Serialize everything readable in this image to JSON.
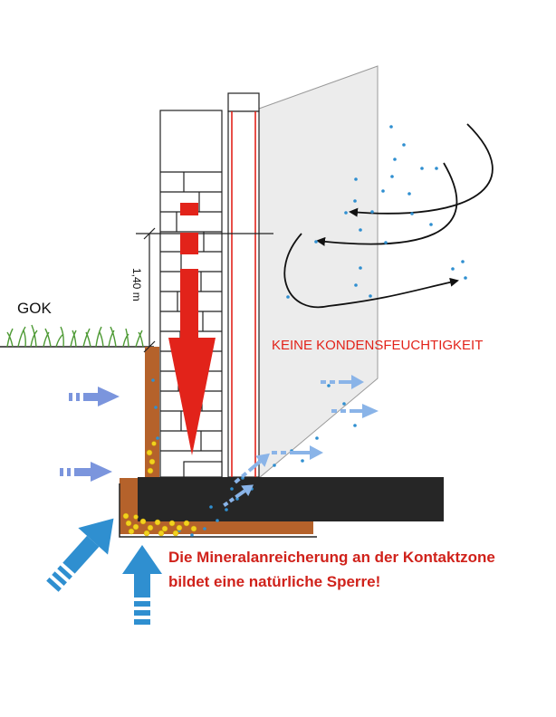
{
  "labels": {
    "ground_level": "GOK",
    "height_dimension": "1,40 m",
    "no_condensation": "KEINE KONDENSFEUCHTIGKEIT",
    "caption_line1": "Die Mineralanreicherung an der Kontaktzone",
    "caption_line2": "bildet eine natürliche Sperre!"
  },
  "colors": {
    "wall_red": "#e2231a",
    "caption_red": "#d0221b",
    "moisture_blue": "#2f8fd0",
    "light_blue": "#8ab4e8",
    "panel_grey": "#ececec",
    "slab": "#262626",
    "brown_layer": "#b5622b",
    "mineral_yellow": "#f2d21e",
    "grass": "#4e9a35"
  }
}
